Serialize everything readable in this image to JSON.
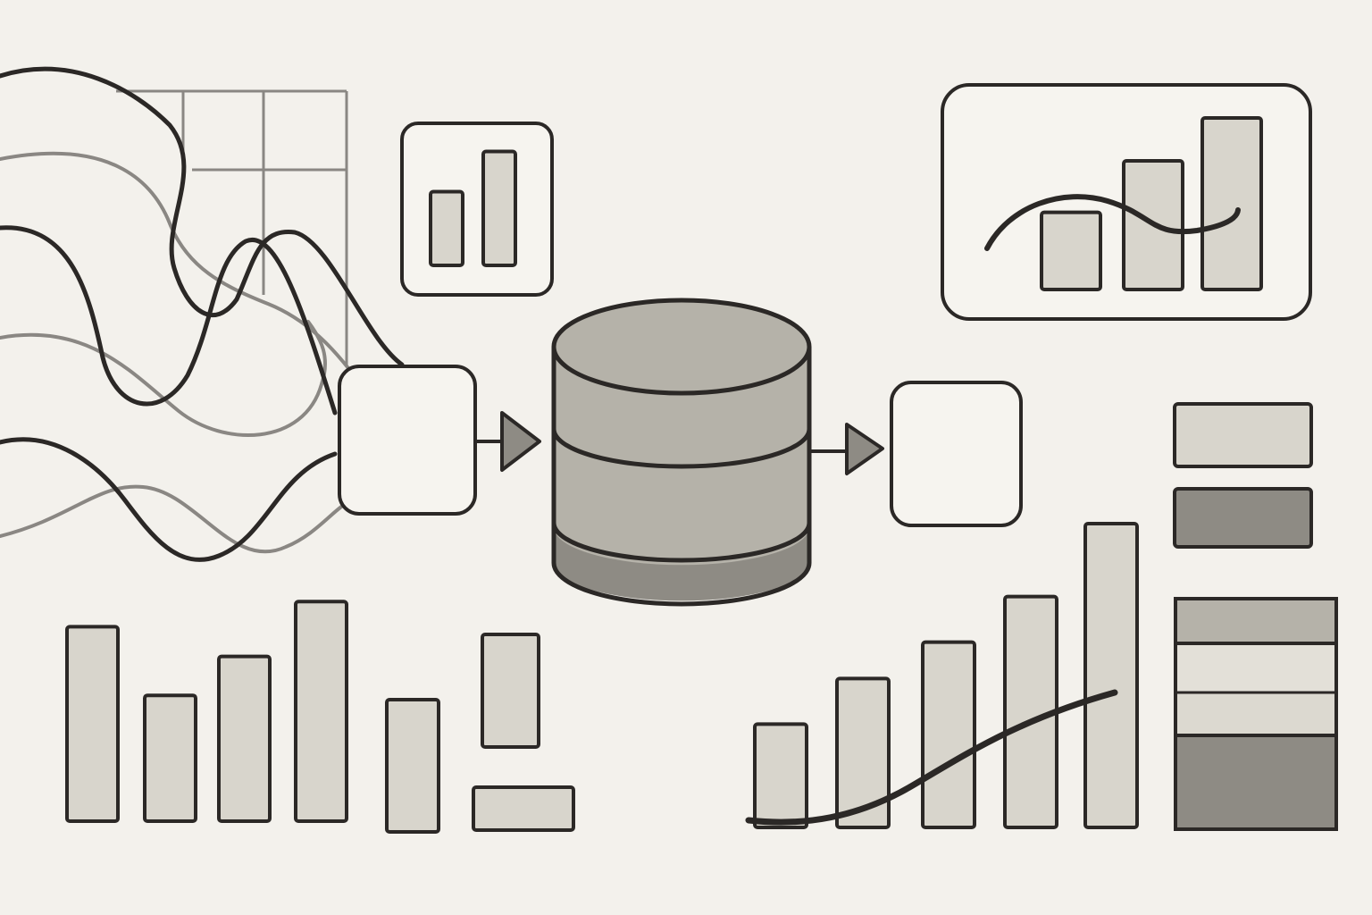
{
  "colors": {
    "background": "#f3f1ec",
    "ink": "#2b2826",
    "grid": "#8a8783",
    "fill_light": "#d8d5cc",
    "fill_mid": "#b5b2a9",
    "fill_dark": "#8e8b84",
    "box_fill": "#f6f4ef"
  },
  "illustration": {
    "tangled_streams": {
      "dark_lines": 3,
      "grey_lines": 3
    },
    "intake_box": {
      "icon": "empty-rounded-box"
    },
    "database": {
      "icon": "database-cylinder-icon",
      "bands": [
        "light",
        "light",
        "dark"
      ]
    },
    "output_box": {
      "icon": "empty-rounded-box"
    },
    "arrows": [
      "arrow-right-icon",
      "arrow-right-icon"
    ],
    "mini_card_bars": [
      0.55,
      0.85
    ],
    "dashboard_card": {
      "bars": [
        0.45,
        0.75,
        1.0
      ],
      "has_trend_line": true
    },
    "bottom_left_bars": [
      0.85,
      0.55,
      0.72,
      0.96
    ],
    "small_bar_group": {
      "vertical": [
        0.55,
        0.45
      ],
      "horizontal": 1
    },
    "bottom_right_bars": [
      0.34,
      0.49,
      0.61,
      0.76,
      1.0
    ],
    "legend_blocks": [
      "light",
      "dark"
    ],
    "stacked_block": [
      "mid",
      "light",
      "light",
      "dark"
    ]
  }
}
